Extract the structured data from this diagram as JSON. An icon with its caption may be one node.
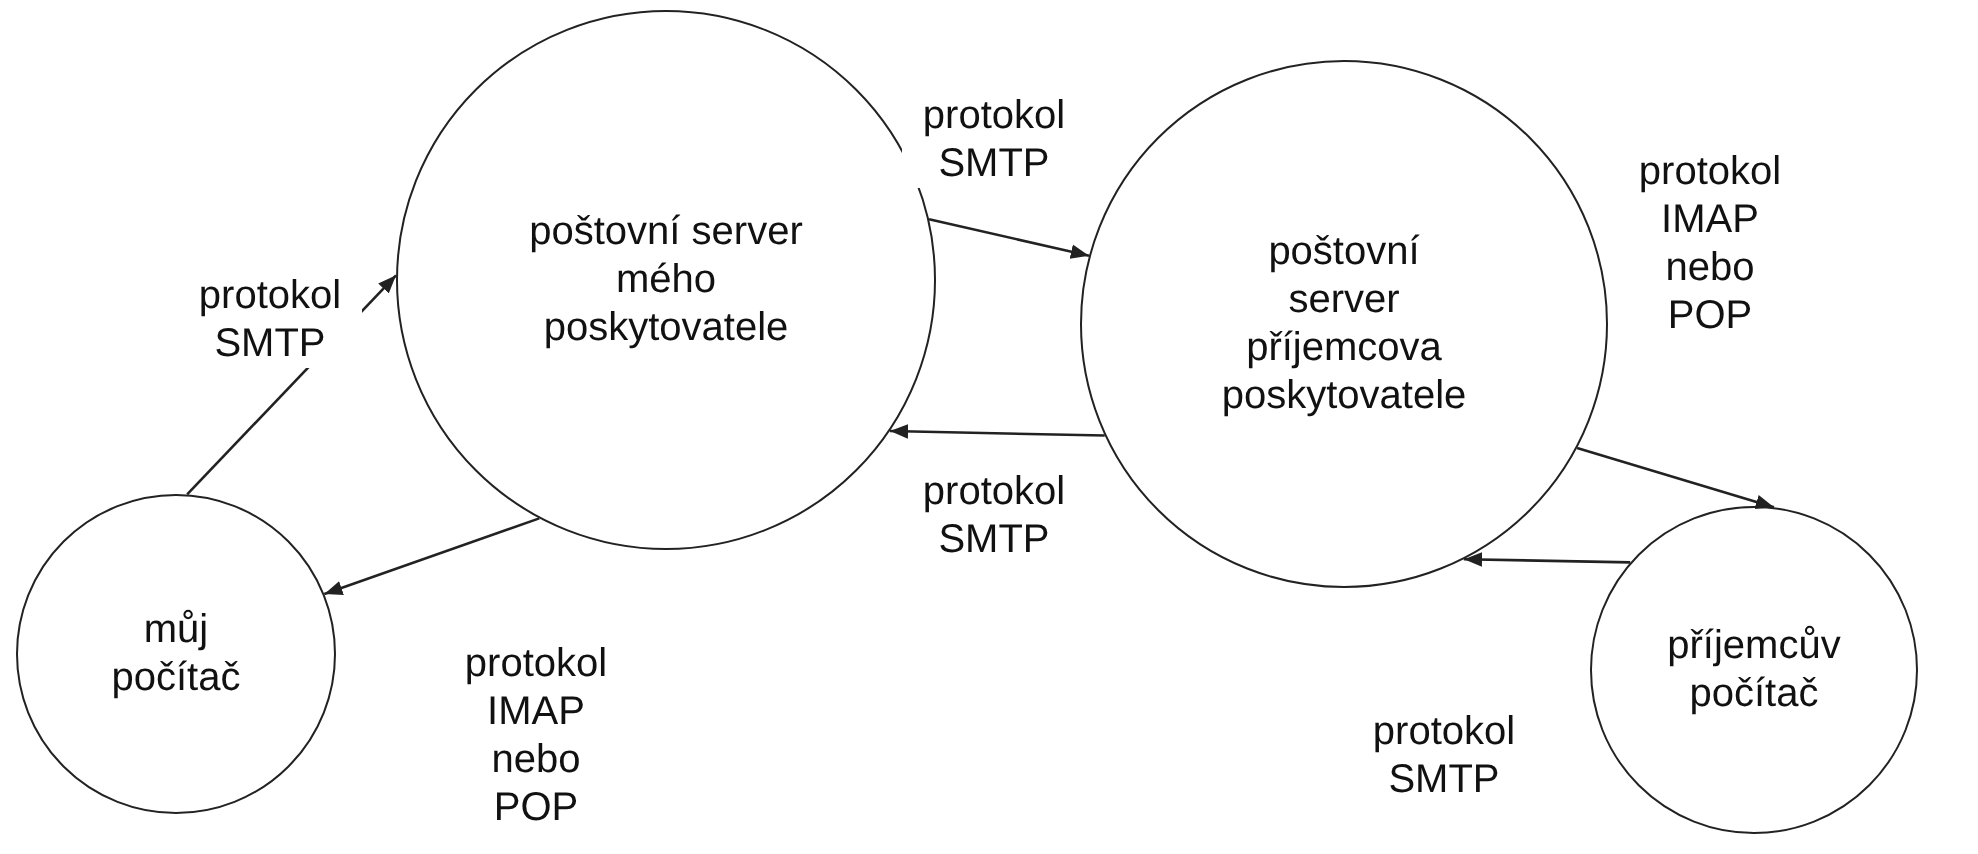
{
  "diagram": {
    "nodes": [
      {
        "text": [
          "poštovní server mého poskytovatele"
        ]
      },
      {
        "text": [
          "poštovní server příjemcova poskytovatele"
        ]
      },
      {
        "text": [
          "můj počítač"
        ]
      },
      {
        "text": [
          "příjemcův počítač"
        ]
      }
    ],
    "edges": [
      {
        "from": 2,
        "to": 0,
        "arrow": "to",
        "label": "protokol SMTP"
      },
      {
        "from": 0,
        "to": 2,
        "arrow": "to",
        "label": "protokol IMAP nebo POP"
      },
      {
        "from": 0,
        "to": 1,
        "arrow": "to",
        "label": "protokol SMTP"
      },
      {
        "from": 1,
        "to": 0,
        "arrow": "to",
        "label": "protokol SMTP"
      },
      {
        "from": 1,
        "to": 3,
        "arrow": "to",
        "label": "protokol IMAP nebo POP"
      },
      {
        "from": 3,
        "to": 1,
        "arrow": "to",
        "label": "protokol SMTP"
      }
    ]
  }
}
